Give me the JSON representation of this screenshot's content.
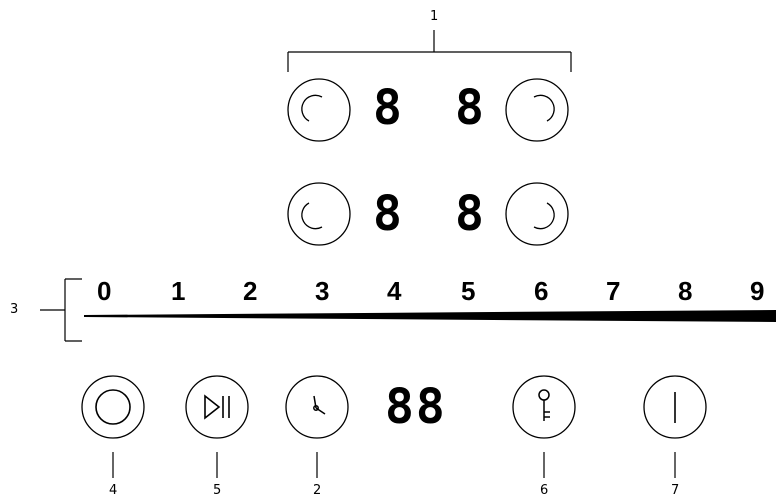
{
  "callouts": {
    "zones_group": "1",
    "power_level_scale": "3",
    "stop_and_go": "4",
    "pause": "5",
    "timer": "2",
    "lock": "6",
    "on_off": "7"
  },
  "zone_displays": {
    "front_left": "8",
    "front_right": "8",
    "rear_left": "8",
    "rear_right": "8"
  },
  "timer_display": "88",
  "scale": [
    "0",
    "1",
    "2",
    "3",
    "4",
    "5",
    "6",
    "7",
    "8",
    "9"
  ]
}
